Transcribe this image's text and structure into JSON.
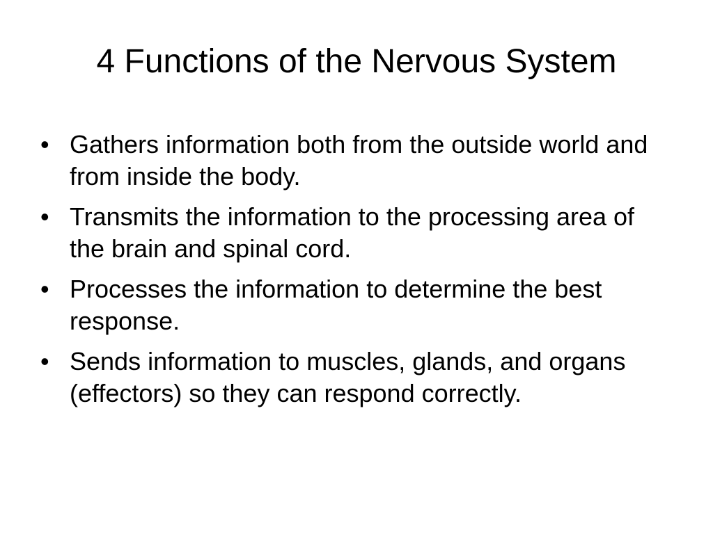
{
  "slide": {
    "title": "4 Functions of the Nervous System",
    "bullet_symbol": "•",
    "bullets": [
      {
        "text": "Gathers information both from the outside world and from inside the body."
      },
      {
        "text": "Transmits the information to the processing area of the brain and spinal cord."
      },
      {
        "text": "Processes the information to determine the best response."
      },
      {
        "text": "Sends information to muscles, glands, and organs (effectors) so they can respond correctly."
      }
    ]
  }
}
